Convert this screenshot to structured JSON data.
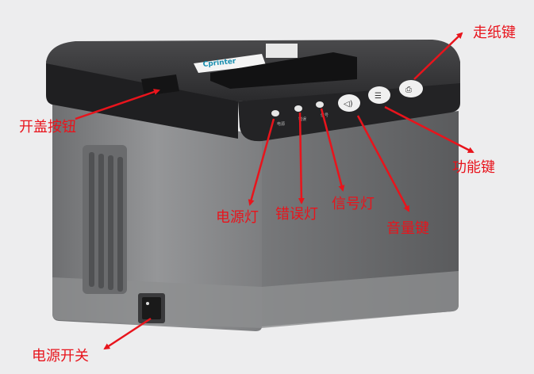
{
  "product": {
    "brand_label": "Cprinter",
    "panel_labels": {
      "power": "电源",
      "error": "错误",
      "signal": "信号"
    }
  },
  "annotations": {
    "feed_key": "走纸键",
    "cover_button": "开盖按钮",
    "function_key": "功能键",
    "power_light": "电源灯",
    "error_light": "错误灯",
    "signal_light": "信号灯",
    "volume_key": "音量键",
    "power_switch": "电源开关"
  },
  "colors": {
    "annotation": "#e8141c",
    "body": "#858688",
    "lid": "#2c2c2e"
  }
}
